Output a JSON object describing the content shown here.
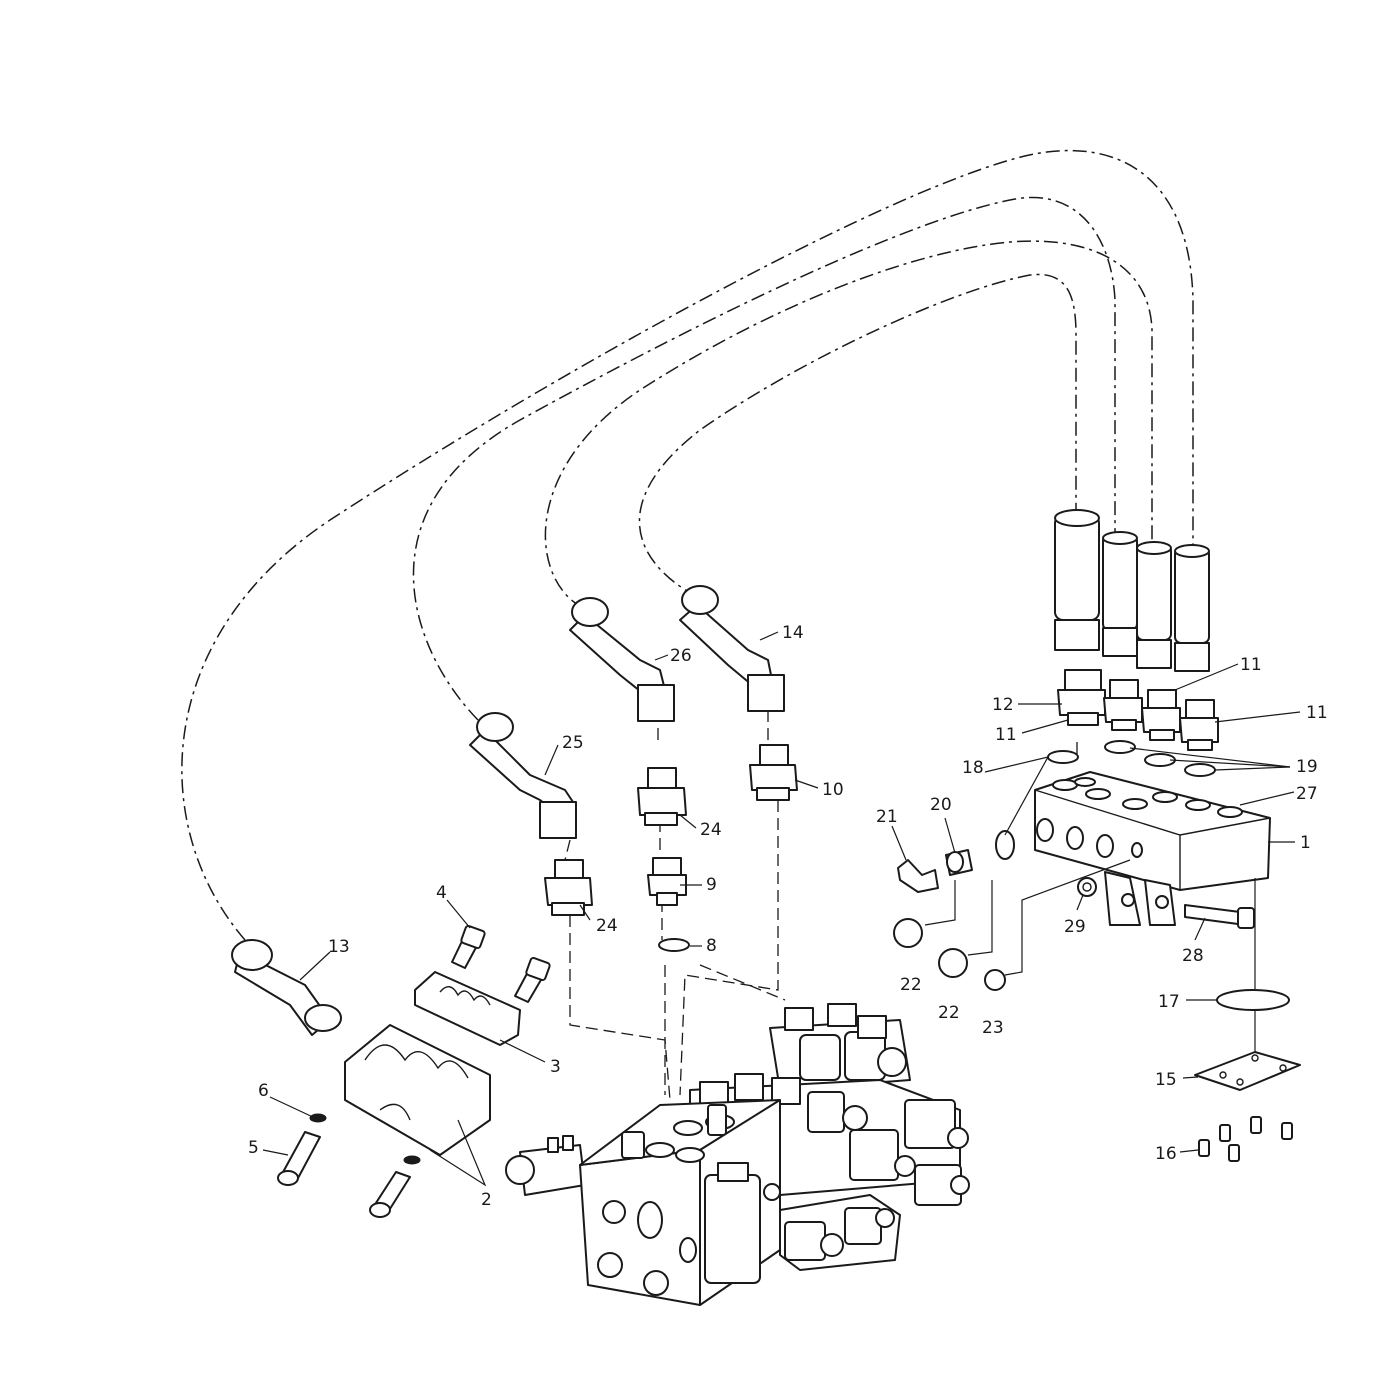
{
  "callouts": [
    {
      "id": "c13",
      "label": "13"
    },
    {
      "id": "c4",
      "label": "4"
    },
    {
      "id": "c3",
      "label": "3"
    },
    {
      "id": "c6",
      "label": "6"
    },
    {
      "id": "c5",
      "label": "5"
    },
    {
      "id": "c2",
      "label": "2"
    },
    {
      "id": "c25",
      "label": "25"
    },
    {
      "id": "c24a",
      "label": "24"
    },
    {
      "id": "c26",
      "label": "26"
    },
    {
      "id": "c24b",
      "label": "24"
    },
    {
      "id": "c9",
      "label": "9"
    },
    {
      "id": "c8",
      "label": "8"
    },
    {
      "id": "c14",
      "label": "14"
    },
    {
      "id": "c10",
      "label": "10"
    },
    {
      "id": "c12",
      "label": "12"
    },
    {
      "id": "c11a",
      "label": "11"
    },
    {
      "id": "c11b",
      "label": "11"
    },
    {
      "id": "c11c",
      "label": "11"
    },
    {
      "id": "c18",
      "label": "18"
    },
    {
      "id": "c19",
      "label": "19"
    },
    {
      "id": "c27",
      "label": "27"
    },
    {
      "id": "c1",
      "label": "1"
    },
    {
      "id": "c21",
      "label": "21"
    },
    {
      "id": "c20",
      "label": "20"
    },
    {
      "id": "c29",
      "label": "29"
    },
    {
      "id": "c28",
      "label": "28"
    },
    {
      "id": "c22a",
      "label": "22"
    },
    {
      "id": "c22b",
      "label": "22"
    },
    {
      "id": "c23",
      "label": "23"
    },
    {
      "id": "c17",
      "label": "17"
    },
    {
      "id": "c15",
      "label": "15"
    },
    {
      "id": "c16",
      "label": "16"
    }
  ]
}
